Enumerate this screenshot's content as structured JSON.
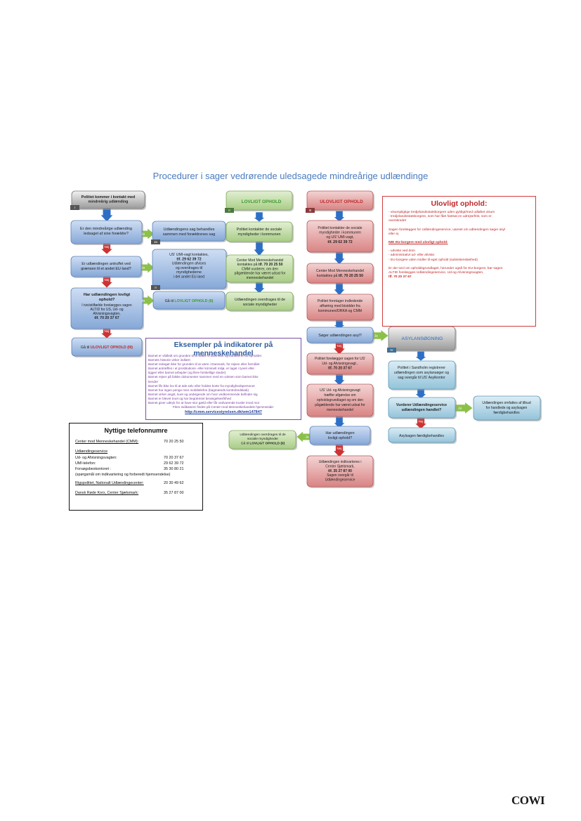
{
  "page": {
    "title": "Procedurer i sager vedrørende uledsagede mindreårige udlændinge",
    "logo": "COWI"
  },
  "colors": {
    "blue": "#8fb0de",
    "green": "#b9d79b",
    "red": "#df8f8f",
    "teal": "#a3cde0",
    "arrow_blue": "#2e6fc6",
    "arrow_red": "#cc3333",
    "arrow_green": "#8cc04a",
    "title_blue": "#4a7bc0",
    "text_green": "#3a9a2c",
    "text_red": "#c0282b",
    "purple": "#7a3ea0"
  },
  "labels": {
    "ja": "Ja",
    "nej": "Nej",
    "I": "I",
    "II": "II",
    "III": "III",
    "IV": "IV"
  },
  "boxes": {
    "start": [
      "Politiet kommer i kontakt med",
      "mindreårig udlænding"
    ],
    "q1": [
      "Er den mindreårige udlænding",
      "ledsaget af sine forældre?"
    ],
    "q2": [
      "Er udlændingen antruffet ved",
      "grænsen til et andet EU-land?"
    ],
    "q3_bold": [
      "Har udlændingen lovligt",
      "ophold?"
    ],
    "q3_rest": [
      "I tvivlstilfælde forelægges sagen",
      "ALTID for US, Ud- og",
      "Afvisningsvagten,"
    ],
    "q3_tel": "tlf. 70 20 37 67",
    "go3_prefix": "Gå til ",
    "go3_link": "ULOVLIGT OPHOLD (III)",
    "r1": [
      "Udlændingens sag behandles",
      "sammen med forældrenes sag"
    ],
    "r2_top": "US' UMI-vagt kontaktes,",
    "r2_tel": "tlf. 29 62 39 72",
    "r2_rest": [
      "Udlændingen afvises",
      "og overdrages til",
      "myndighederne",
      "i det andet EU-land"
    ],
    "r3_prefix": "Gå til ",
    "r3_link": "LOVLIGT OPHOLD (II)",
    "lov_header": "LOVLIGT OPHOLD",
    "lov1": [
      "Politiet kontakter de sociale",
      "myndigheder i kommunen"
    ],
    "lov2_a": [
      "Center Mod Menneskehandel"
    ],
    "lov2_tel_prefix": "kontaktes på ",
    "lov2_tel": "tlf. 70 20 25 50",
    "lov2_b": [
      "CMM vurderer, om den",
      "pågældende har været udsat for",
      "menneskehandel"
    ],
    "lov3": [
      "Udlændingen overdrages til de",
      "sociale myndigheder"
    ],
    "ulov_header": "ULOVLIGT OPHOLD",
    "ul1": [
      "Politiet kontakter de sociale",
      "myndigheder i kommunen",
      "og US' UMI-vagt,"
    ],
    "ul1_tel": "tlf. 29 62 39 72",
    "ul2_a": "Center Mod Menneskehandel",
    "ul2_tel_prefix": "kontaktes på ",
    "ul2_tel": "tlf. 70 20 25 50",
    "ul3": [
      "Politiet foretager indledende",
      "afhøring med bisidder fra",
      "kommunen/DRKA og CMM"
    ],
    "ul4": "Søger udlændingen asyl?",
    "ul5": [
      "Politiet forelægger sagen for US'",
      "Ud- og Afvisningsvagt ,"
    ],
    "ul5_tel": "tlf.  70 20 37 67",
    "ul6": [
      "US' Ud- og Afvisningsvagt",
      "træffer afgørelse om",
      "opholdsgrundlaget og om den",
      "pågældende har været udsat for",
      "menneskehandel"
    ],
    "ul7": [
      "Har udlændingen",
      "lovligt ophold?"
    ],
    "ul8a": [
      "Udlændingen indkvarteres i",
      "Center Sjælsmark,"
    ],
    "ul8_tel": "tlf. 35 27 87 00",
    "ul8b": [
      "Sagen overgår til",
      "Udlændingeservice"
    ],
    "lovr": [
      "Udlændingen overdrages til de",
      "sociale myndigheder"
    ],
    "lovr_prefix": "Gå til ",
    "lovr_link": "LOVLIGT OPHOLD (II)",
    "asyl_header": "ASYLANSØGNING",
    "as1": [
      "Politiet i Sandholm registrerer",
      "udlændingen som asylansøger og",
      "sag overgår til US' Asylkontor"
    ],
    "as2": [
      "Vurderer Udlændingeservice",
      "udlændingen handlet?"
    ],
    "as3": [
      "Udlændingen omfattes af tilbud",
      "for handlede og asylsagen",
      "færdigbehandles"
    ],
    "as4": "Asylsagen færdigbehandles"
  },
  "ulovligt_ophold_panel": {
    "title": "Ulovligt ophold:",
    "lines": [
      "- visumpligtige tredjelandsstatsborgere uden gyldigt/med udløbet visum",
      "- tredjelandsstatsborgere, som har fået fastsat en udrejsefrist, som er",
      "  overskredet",
      "",
      "Sagen forelægges for Udlændingeservice, uanset om udlændingen søger asyl",
      "eller ej",
      "",
      "NB! EU-borgere med ulovligt ophold:",
      "",
      "- udviste ved dom",
      "- administrativt ud- eller afviste.",
      "- EU-borgere uden midler til eget ophold (subsistensløshed)",
      "",
      "Er der tvivl om opholdsgrundlaget, herunder også for EU-borgere, bør sagen",
      "ALTID forelægges Udlændingeservice, Ud-og Afvisningsvagten,",
      "tlf.  70 20 37 67"
    ]
  },
  "eksempler_panel": {
    "title": "Eksempler på indikatorer på menneskehandel",
    "lines": [
      "Barnet er vildledt om grunden til at skulle til Danmark og karakteren af opholdet",
      "Barnets historie virker indlært",
      "Barnet redegør ikke for grunden til at være i Danmark, for rejsen eller formålet",
      "Barnet antræffes i et prostitutions- eller kriminelt miljø, er taget i tyveri eller",
      "tiggeri eller barnet arbejder (og flere forskellige steder)",
      "Barnet rejser på falske dokumenter sammen med en voksen som barnet ikke",
      "kender",
      "Barnet får ikke lov til at tale selv eller holdes borte fra myndighedspersoner",
      "Barnet har ingen penge men mobiltelefon (bagmænds kontrolredskab)",
      "Barnet virker angst, kuet og undvigende om hvor vedkommende befinder sig",
      "Barnet er blevet truet og har begrænset bevægelsesfrihed",
      "Barnet giver udtryk for at have stor gæld eller får vedvarende trusler imod mor",
      "Flere indikatorer findes på Center mod Menneskehandels hjemmeside:"
    ],
    "link": "http://cmm.servicestyrelsen.dk/wm147847"
  },
  "telefon_panel": {
    "title": "Nyttige telefonnumre",
    "rows": [
      {
        "label": "Center mod Menneskehandel (CMM):",
        "value": "70 20 25 50",
        "underline": true
      },
      {
        "label": "Udlændingeservice",
        "value": "",
        "underline": true
      },
      {
        "label": "Ud- og Afvisningsvagten:",
        "value": "70 20 37 67",
        "underline": false
      },
      {
        "label": "UMI-telefon:",
        "value": "29 62 39 72",
        "underline": false
      },
      {
        "label": "Forsøgsbeskontoret :",
        "value": "35 30 80 21",
        "underline": false
      },
      {
        "label": "(spørgsmål om indkvartering og forberedt hjemsendelse)",
        "value": "",
        "underline": false
      },
      {
        "label": "Rigspolitiet, Nationalt Udlændingecenter:",
        "value": "20 30 49 62",
        "underline": true
      },
      {
        "label": "Dansk Røde Kors, Center Sjælsmark:",
        "value": "35 27 87 00",
        "underline": true
      }
    ]
  }
}
